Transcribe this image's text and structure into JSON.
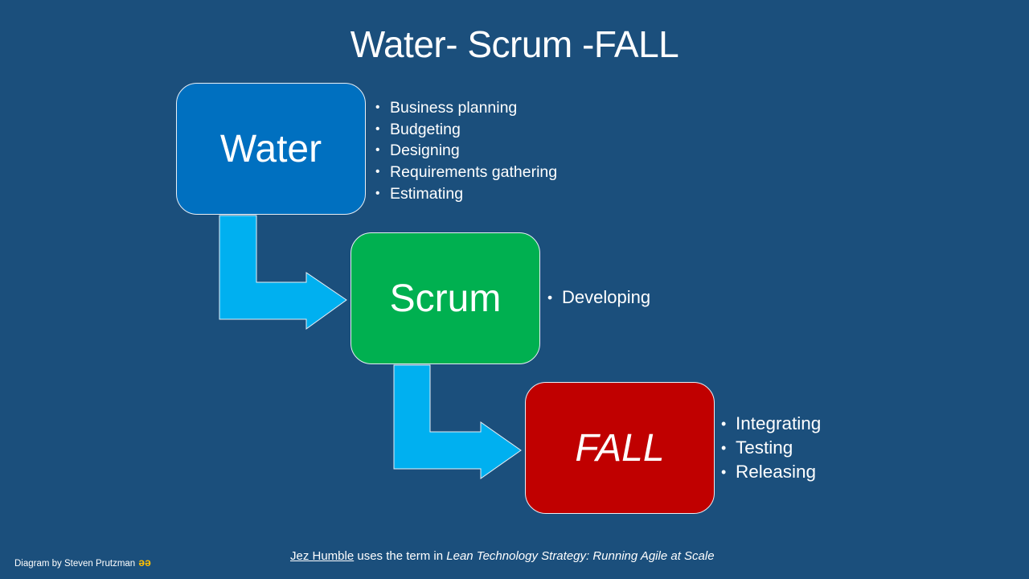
{
  "title": "Water- Scrum -FALL",
  "stages": {
    "water": {
      "label": "Water",
      "color": "#0070c0",
      "bullets": [
        "Business planning",
        "Budgeting",
        "Designing",
        "Requirements gathering",
        "Estimating"
      ]
    },
    "scrum": {
      "label": "Scrum",
      "color": "#00b050",
      "bullets": [
        "Developing"
      ]
    },
    "fall": {
      "label": "FALL",
      "color": "#c00000",
      "bullets": [
        "Integrating",
        "Testing",
        "Releasing"
      ]
    }
  },
  "connector_color": "#00b0f0",
  "background_color": "#1b4f7c",
  "credit": {
    "text": "Diagram by Steven Prutzman",
    "mark": "əə"
  },
  "source": {
    "author": "Jez Humble",
    "middle": " uses the term in ",
    "book": "Lean Technology Strategy: Running Agile at Scale"
  }
}
